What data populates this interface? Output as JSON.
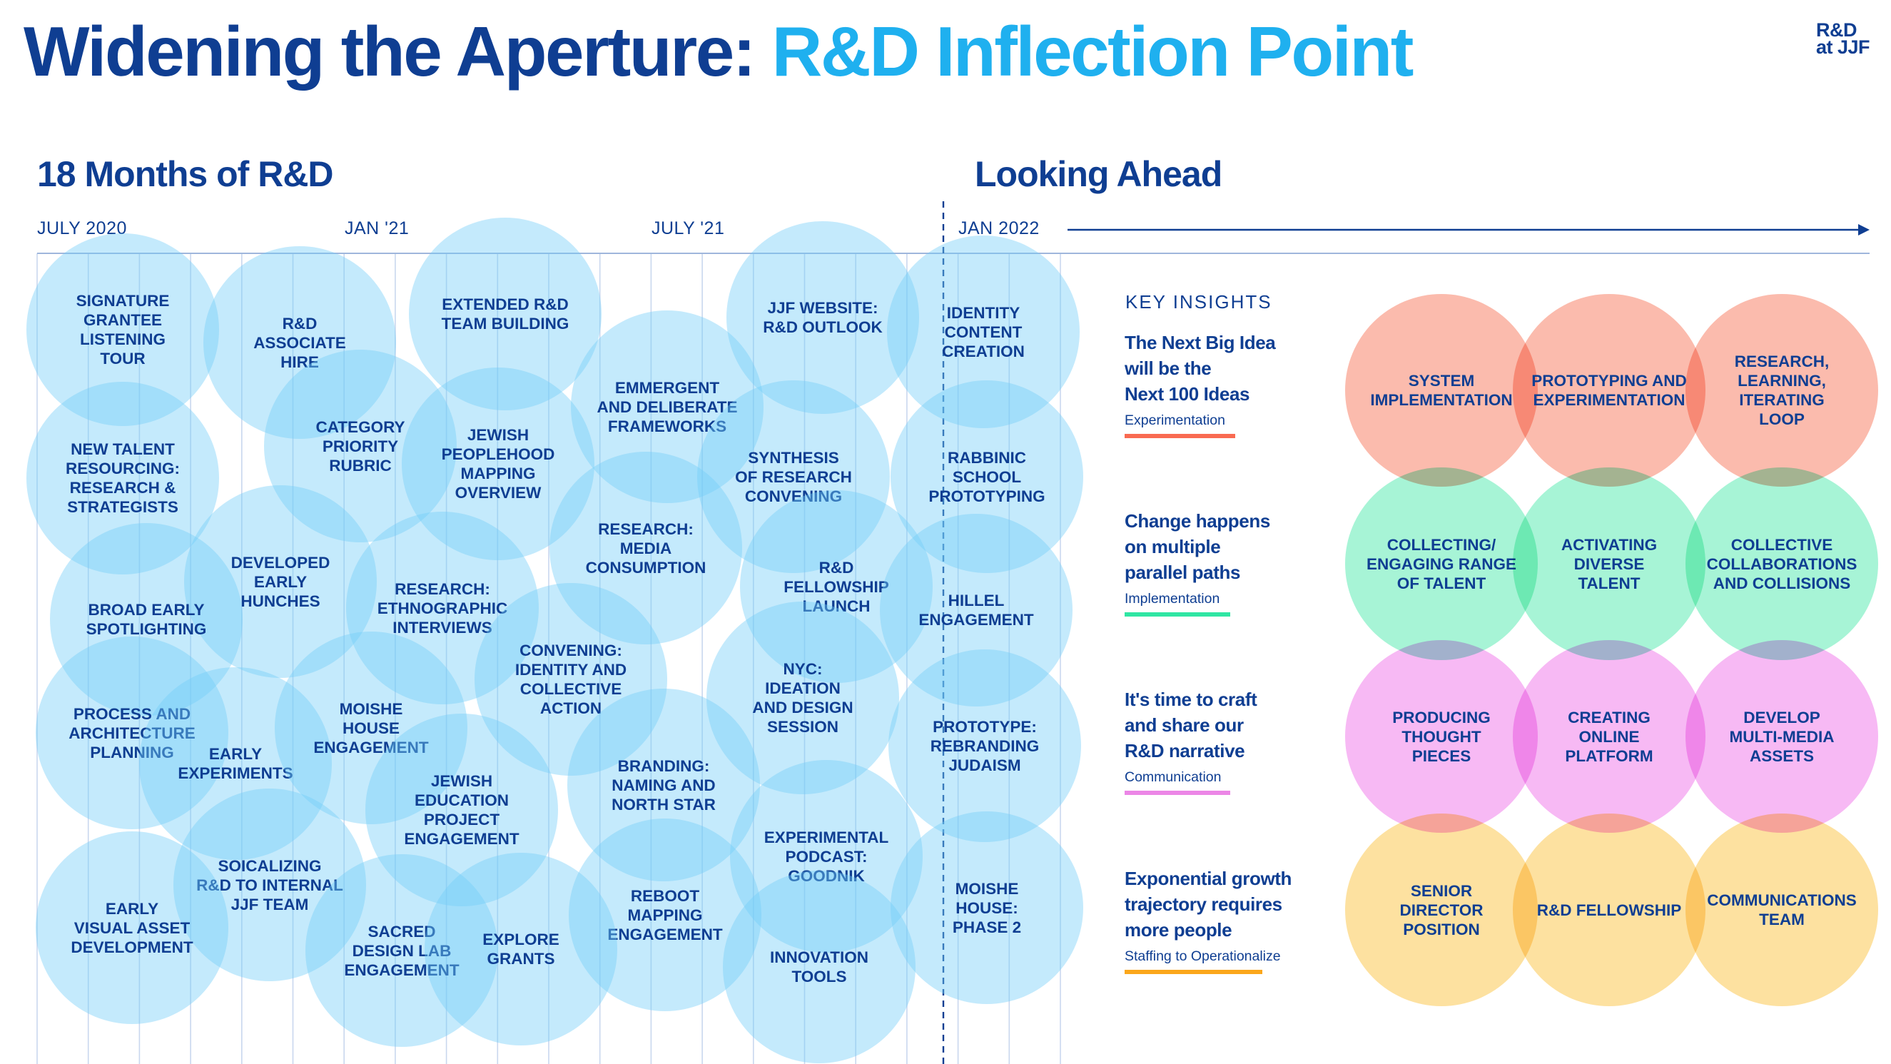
{
  "title": {
    "part1": "Widening the Aperture:",
    "part2": "R&D Inflection Point"
  },
  "logo": {
    "line1": "R&D",
    "line2": "at JJF"
  },
  "sections": {
    "past": "18 Months of R&D",
    "future": "Looking Ahead"
  },
  "timeline": {
    "labels": [
      "JULY 2020",
      "JAN '21",
      "JULY '21",
      "JAN 2022"
    ]
  },
  "colors": {
    "navy": "#0f3e92",
    "accent_blue": "#1fb0ef",
    "past_bubble": "#72cdf8",
    "experimentation": "#f96a51",
    "implementation": "#2fe6a3",
    "communication": "#ec86e6",
    "staffing": "#fba71b"
  },
  "past_initiatives": [
    "SIGNATURE\nGRANTEE\nLISTENING\nTOUR",
    "R&D\nASSOCIATE\nHIRE",
    "EXTENDED R&D\nTEAM BUILDING",
    "EMMERGENT\nAND DELIBERATE\nFRAMEWORKS",
    "JJF WEBSITE:\nR&D OUTLOOK",
    "IDENTITY\nCONTENT\nCREATION",
    "NEW TALENT\nRESOURCING:\nRESEARCH &\nSTRATEGISTS",
    "CATEGORY\nPRIORITY\nRUBRIC",
    "JEWISH\nPEOPLEHOOD\nMAPPING\nOVERVIEW",
    "SYNTHESIS\nOF RESEARCH\nCONVENING",
    "RABBINIC\nSCHOOL\nPROTOTYPING",
    "RESEARCH:\nMEDIA\nCONSUMPTION",
    "DEVELOPED\nEARLY\nHUNCHES",
    "BROAD EARLY\nSPOTLIGHTING",
    "RESEARCH:\nETHNOGRAPHIC\nINTERVIEWS",
    "R&D\nFELLOWSHIP\nLAUNCH",
    "HILLEL\nENGAGEMENT",
    "CONVENING:\nIDENTITY AND\nCOLLECTIVE\nACTION",
    "NYC:\nIDEATION\nAND DESIGN\nSESSION",
    "PROCESS AND\nARCHITECTURE\nPLANNING",
    "EARLY\nEXPERIMENTS",
    "MOISHE\nHOUSE\nENGAGEMENT",
    "PROTOTYPE:\nREBRANDING\nJUDAISM",
    "BRANDING:\nNAMING AND\nNORTH STAR",
    "JEWISH\nEDUCATION\nPROJECT\nENGAGEMENT",
    "EXPERIMENTAL\nPODCAST:\nGOODNIK",
    "SOICALIZING\nR&D TO INTERNAL\nJJF TEAM",
    "MOISHE\nHOUSE:\nPHASE 2",
    "EARLY\nVISUAL ASSET\nDEVELOPMENT",
    "REBOOT\nMAPPING\nENGAGEMENT",
    "SACRED\nDESIGN LAB\nENGAGEMENT",
    "EXPLORE\nGRANTS",
    "INNOVATION\nTOOLS"
  ],
  "key_insights": {
    "header": "KEY INSIGHTS",
    "items": [
      {
        "text": "The Next Big Idea\nwill be the\nNext 100 Ideas",
        "tag": "Experimentation"
      },
      {
        "text": "Change happens\non multiple\nparallel paths",
        "tag": "Implementation"
      },
      {
        "text": "It's time to craft\nand share our\nR&D narrative",
        "tag": "Communication"
      },
      {
        "text": "Exponential growth\ntrajectory requires\nmore people",
        "tag": "Staffing to Operationalize"
      }
    ]
  },
  "matrix": [
    [
      "SYSTEM\nIMPLEMENTATION",
      "PROTOTYPING AND\nEXPERIMENTATION",
      "RESEARCH,\nLEARNING,\nITERATING\nLOOP"
    ],
    [
      "COLLECTING/\nENGAGING RANGE\nOF TALENT",
      "ACTIVATING\nDIVERSE\nTALENT",
      "COLLECTIVE\nCOLLABORATIONS\nAND COLLISIONS"
    ],
    [
      "PRODUCING\nTHOUGHT\nPIECES",
      "CREATING\nONLINE\nPLATFORM",
      "DEVELOP\nMULTI-MEDIA\nASSETS"
    ],
    [
      "SENIOR\nDIRECTOR\nPOSITION",
      "R&D FELLOWSHIP",
      "COMMUNICATIONS\nTEAM"
    ]
  ]
}
